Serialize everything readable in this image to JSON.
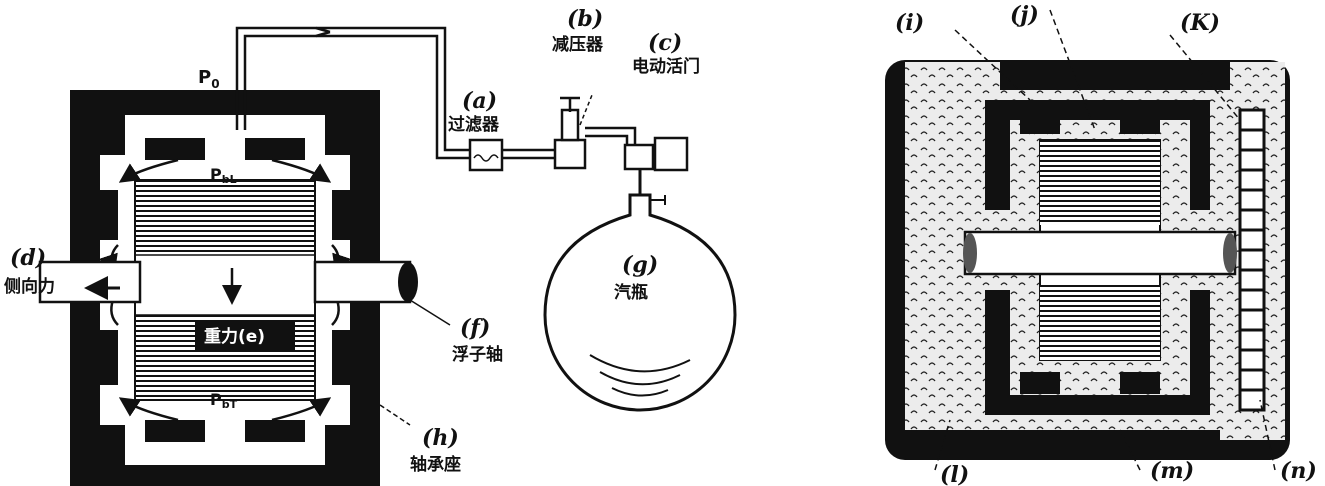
{
  "left_figure": {
    "p0": "P",
    "p0_sub": "0",
    "pbl": "P",
    "pbl_sub": "bL",
    "pbt": "P",
    "pbt_sub": "bT",
    "a_tag": "(a)",
    "a_text": "过滤器",
    "b_tag": "(b)",
    "b_text": "减压器",
    "c_tag": "(c)",
    "c_text": "电动活门",
    "d_tag": "(d)",
    "d_text": "侧向力",
    "e_text": "重力(e)",
    "f_tag": "(f)",
    "f_text": "浮子轴",
    "g_tag": "(g)",
    "g_text": "汽瓶",
    "h_tag": "(h)",
    "h_text": "轴承座"
  },
  "right_figure": {
    "i_tag": "(i)",
    "j_tag": "(j)",
    "k_tag": "(K)",
    "l_tag": "(l)",
    "m_tag": "(m)",
    "n_tag": "(n)"
  },
  "colors": {
    "ink": "#111111",
    "paper": "#ffffff",
    "fill_light": "#e9e9e9"
  }
}
